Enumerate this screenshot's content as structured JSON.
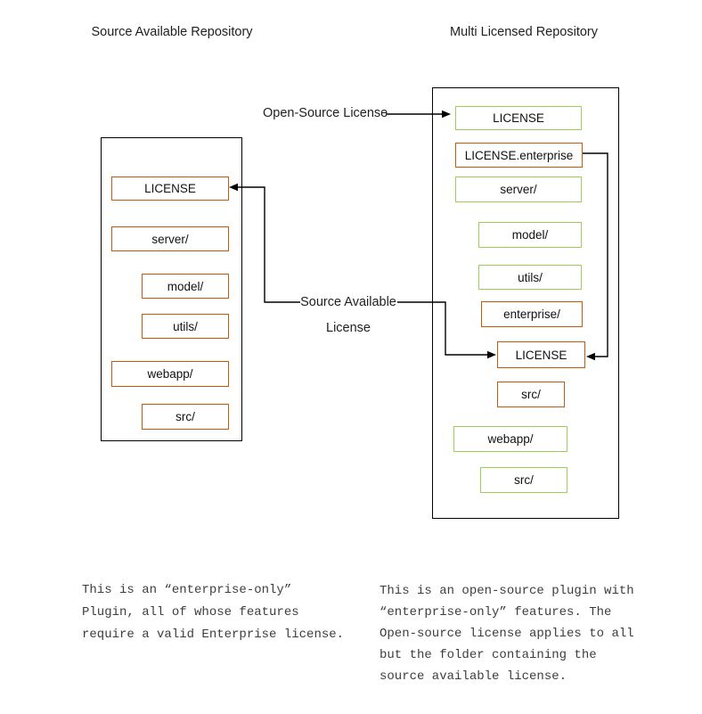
{
  "diagram": {
    "left_repo": {
      "title": "Source Available Repository",
      "items": [
        {
          "label": "LICENSE",
          "license": "source-available"
        },
        {
          "label": "server/",
          "license": "source-available"
        },
        {
          "label": "model/",
          "license": "source-available"
        },
        {
          "label": "utils/",
          "license": "source-available"
        },
        {
          "label": "webapp/",
          "license": "source-available"
        },
        {
          "label": "src/",
          "license": "source-available"
        }
      ]
    },
    "right_repo": {
      "title": "Multi Licensed Repository",
      "items": [
        {
          "label": "LICENSE",
          "license": "open-source"
        },
        {
          "label": "LICENSE.enterprise",
          "license": "source-available"
        },
        {
          "label": "server/",
          "license": "open-source"
        },
        {
          "label": "model/",
          "license": "open-source"
        },
        {
          "label": "utils/",
          "license": "open-source"
        },
        {
          "label": "enterprise/",
          "license": "source-available"
        },
        {
          "label": "LICENSE",
          "license": "source-available"
        },
        {
          "label": "src/",
          "license": "source-available"
        },
        {
          "label": "webapp/",
          "license": "open-source"
        },
        {
          "label": "src/",
          "license": "open-source"
        }
      ]
    },
    "connectors": {
      "open_source_label": "Open-Source License",
      "source_available_label_line1": "Source Available",
      "source_available_label_line2": "License"
    },
    "captions": {
      "left_lines": [
        "This is an “enterprise-only”",
        "Plugin, all of whose features",
        "require a valid Enterprise license."
      ],
      "right_lines": [
        "This is an open-source plugin with",
        "“enterprise-only” features. The",
        "Open-source license applies to all",
        "but the folder containing the",
        "source available license."
      ]
    },
    "colors": {
      "source_available_border": "#C55A11",
      "open_source_border": "#9BD05A",
      "line": "#000000"
    }
  }
}
